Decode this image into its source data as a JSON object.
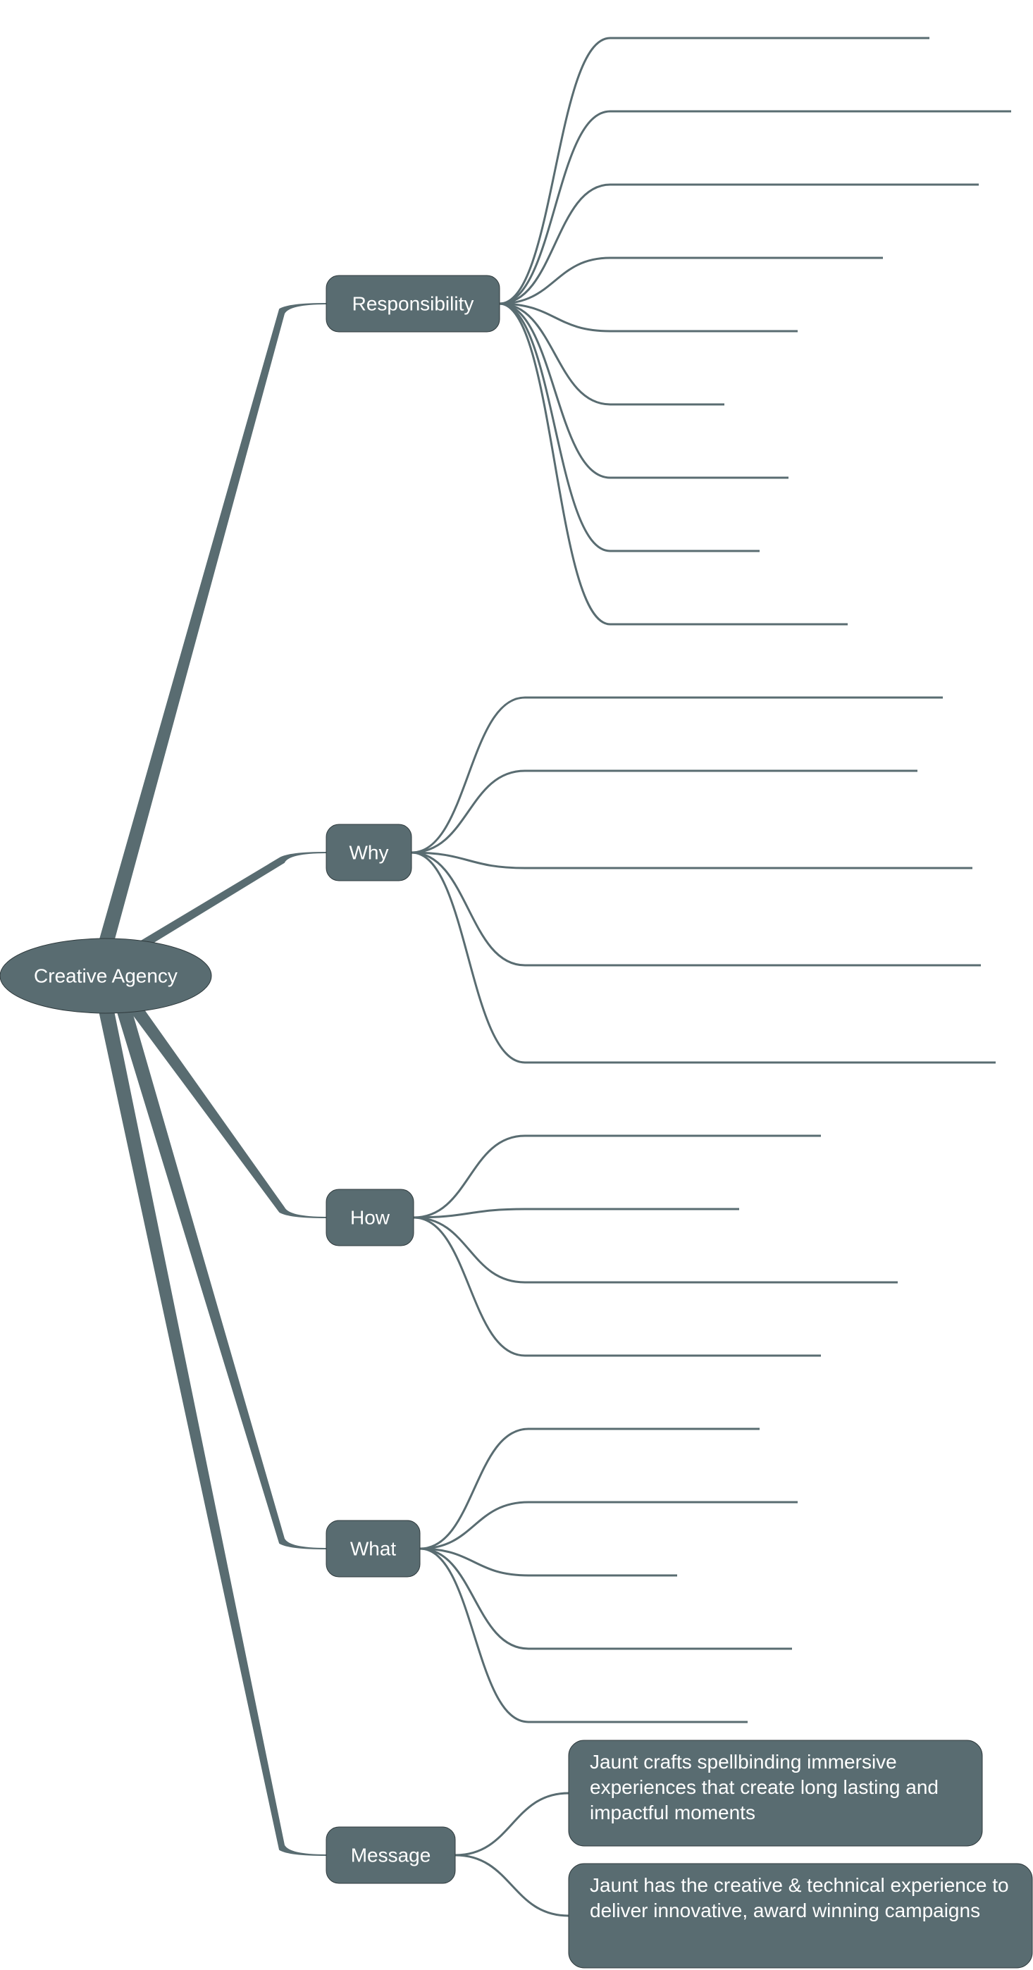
{
  "colors": {
    "node_fill": "#596c71",
    "node_stroke": "#2f3a3d",
    "line": "#596c71",
    "text": "#ffffff",
    "background": "#ffffff"
  },
  "root": {
    "label": "Creative Agency"
  },
  "branches": [
    {
      "id": "responsibility",
      "label": "Responsibility",
      "leaves": [
        "",
        "",
        "",
        "",
        "",
        "",
        "",
        "",
        ""
      ]
    },
    {
      "id": "why",
      "label": "Why",
      "leaves": [
        "",
        "",
        "",
        "",
        ""
      ]
    },
    {
      "id": "how",
      "label": "How",
      "leaves": [
        "",
        "",
        "",
        ""
      ]
    },
    {
      "id": "what",
      "label": "What",
      "leaves": [
        "",
        "",
        "",
        "",
        ""
      ]
    },
    {
      "id": "message",
      "label": "Message",
      "leaves": [
        "Jaunt crafts spellbinding immersive experiences that create long lasting and impactful moments",
        "Jaunt has the creative & technical experience to deliver innovative, award winning campaigns"
      ]
    }
  ]
}
